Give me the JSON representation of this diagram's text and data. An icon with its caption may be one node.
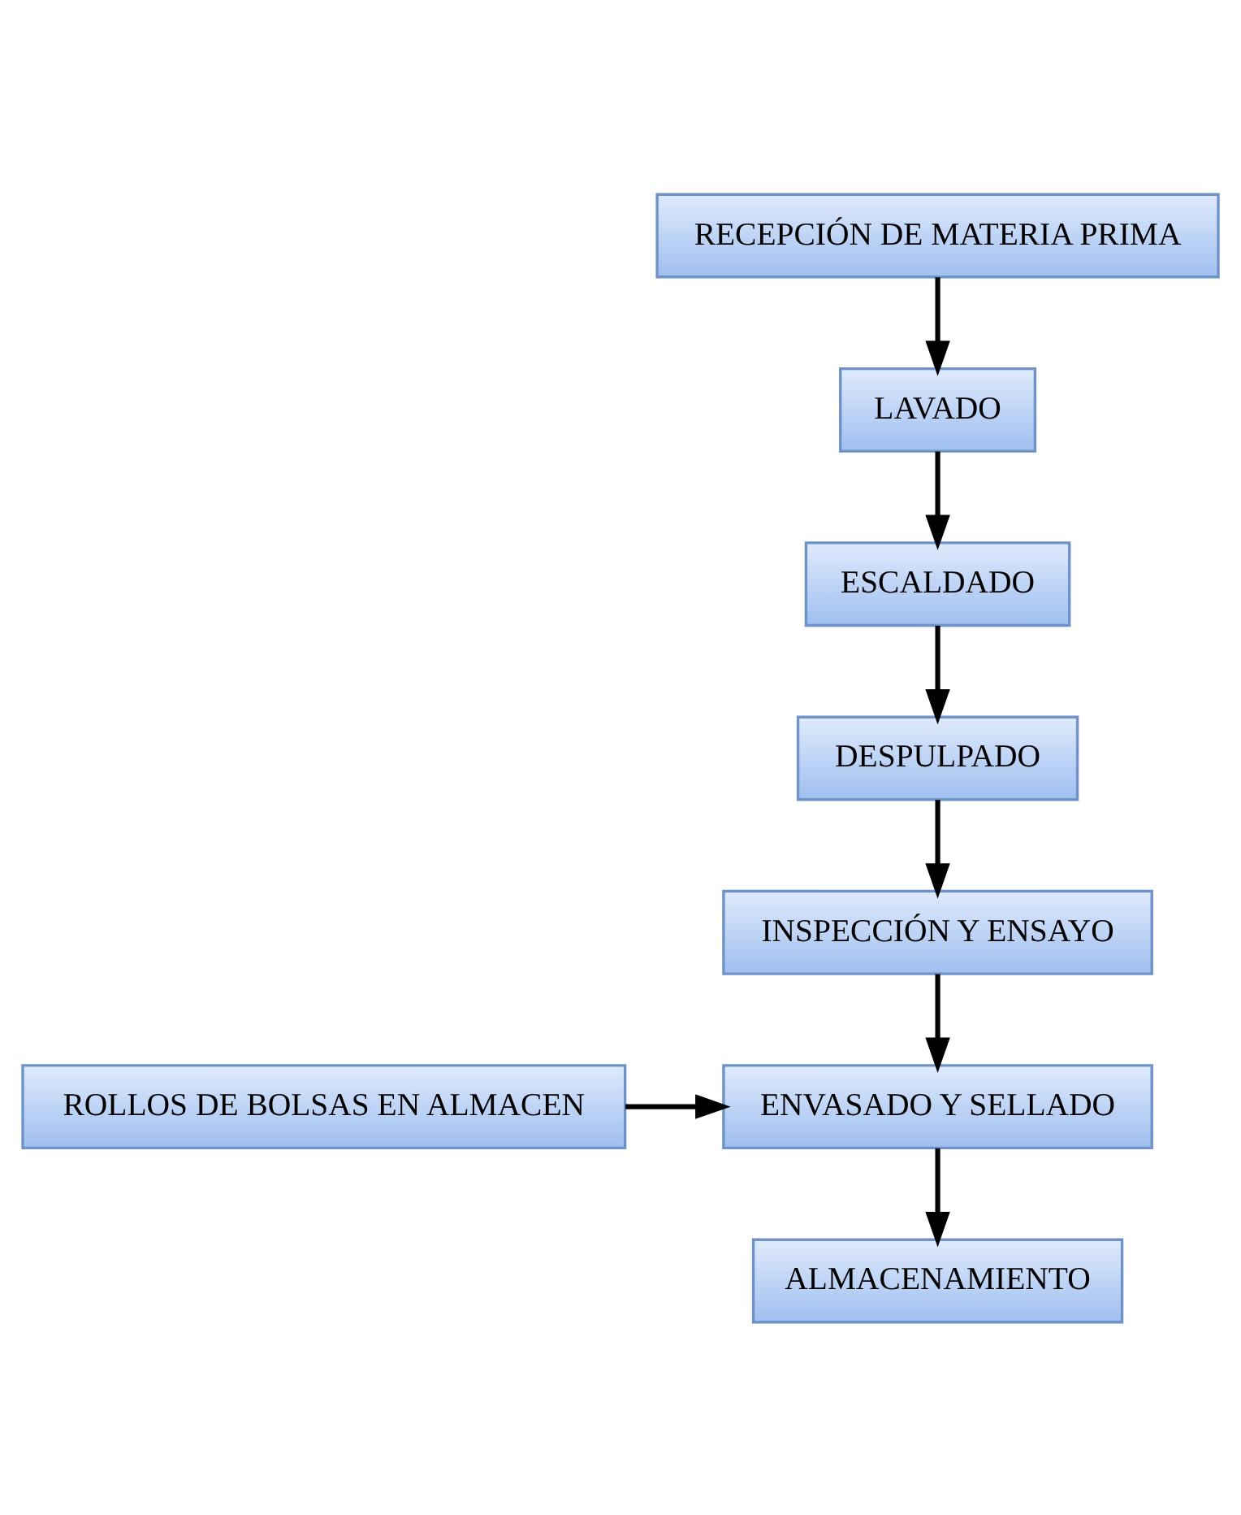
{
  "diagram": {
    "nodes": [
      {
        "text": [
          "RECEPCIÓN DE MATERIA PRIMA"
        ]
      },
      {
        "text": [
          "LAVADO"
        ]
      },
      {
        "text": [
          "ESCALDADO"
        ]
      },
      {
        "text": [
          "DESPULPADO"
        ]
      },
      {
        "text": [
          "INSPECCIÓN Y ENSAYO"
        ]
      },
      {
        "text": [
          "ROLLOS DE BOLSAS EN ALMACEN"
        ]
      },
      {
        "text": [
          "ENVASADO Y SELLADO"
        ]
      },
      {
        "text": [
          "ALMACENAMIENTO"
        ]
      }
    ],
    "edges": [
      {
        "from": 0,
        "to": 1,
        "arrow": "to"
      },
      {
        "from": 1,
        "to": 2,
        "arrow": "to"
      },
      {
        "from": 2,
        "to": 3,
        "arrow": "to"
      },
      {
        "from": 3,
        "to": 4,
        "arrow": "to"
      },
      {
        "from": 4,
        "to": 6,
        "arrow": "to"
      },
      {
        "from": 5,
        "to": 6,
        "arrow": "to"
      },
      {
        "from": 6,
        "to": 7,
        "arrow": "to"
      }
    ]
  }
}
